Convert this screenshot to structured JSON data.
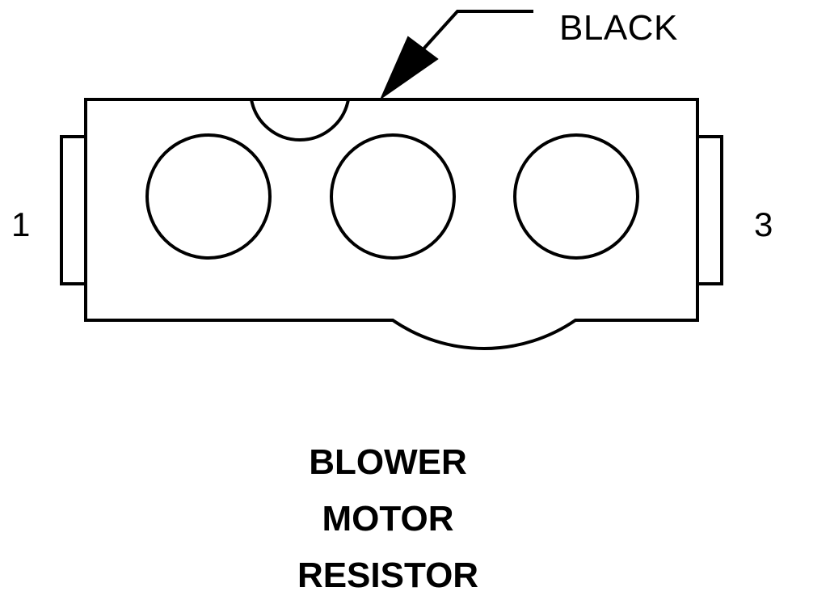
{
  "connector": {
    "callout_label": "BLACK",
    "pin_left_label": "1",
    "pin_right_label": "3"
  },
  "caption": {
    "line1": "BLOWER",
    "line2": "MOTOR",
    "line3": "RESISTOR"
  }
}
